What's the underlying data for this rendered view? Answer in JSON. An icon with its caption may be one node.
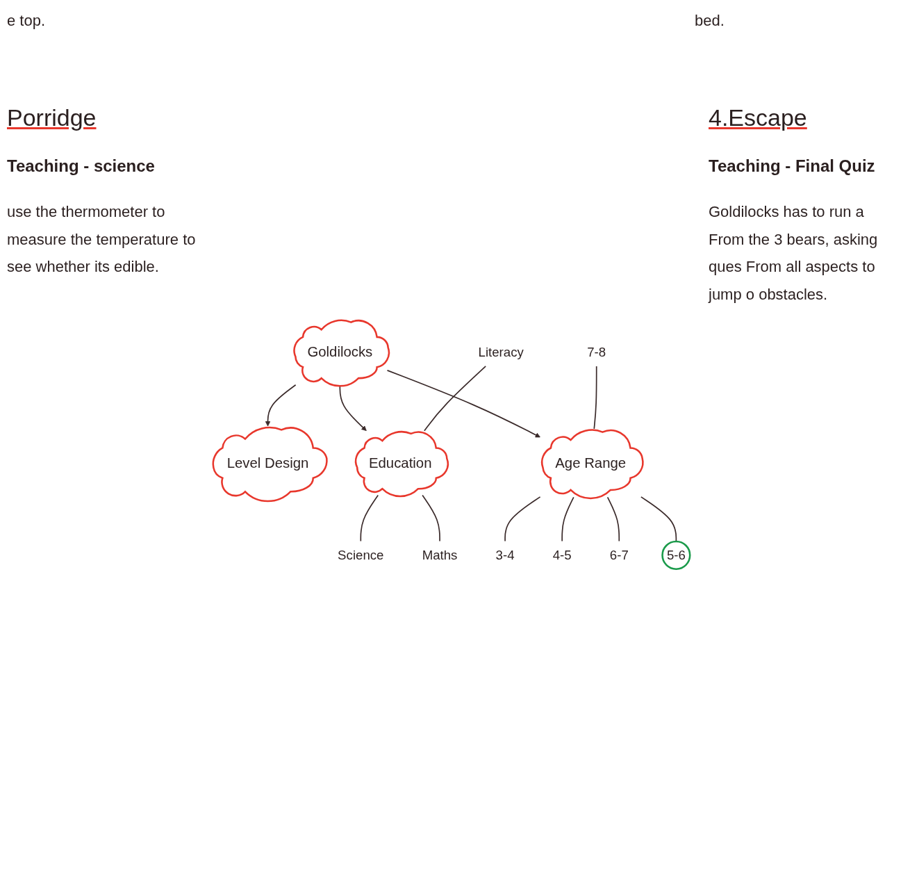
{
  "diagram": {
    "nodes": [
      {
        "text": [
          "Level Design"
        ]
      },
      {
        "text": [
          "Goldilocks"
        ]
      },
      {
        "text": [
          "Literacy"
        ]
      },
      {
        "text": [
          "Education"
        ]
      },
      {
        "text": [
          "Science"
        ]
      },
      {
        "text": [
          "Maths"
        ]
      },
      {
        "text": [
          "3-4"
        ]
      },
      {
        "text": [
          "4-5"
        ]
      },
      {
        "text": [
          "7-8"
        ]
      },
      {
        "text": [
          "Age Range"
        ]
      },
      {
        "text": [
          "6-7"
        ]
      },
      {
        "text": [
          "5-6"
        ]
      }
    ],
    "edges": [
      {
        "from": 1,
        "to": 0,
        "arrow": "to"
      },
      {
        "from": 1,
        "to": 3,
        "arrow": "to"
      },
      {
        "from": 1,
        "to": 9,
        "arrow": "to"
      },
      {
        "from": 2,
        "to": 3,
        "arrow": "none"
      },
      {
        "from": 3,
        "to": 4,
        "arrow": "none"
      },
      {
        "from": 3,
        "to": 5,
        "arrow": "none"
      },
      {
        "from": 9,
        "to": 6,
        "arrow": "none"
      },
      {
        "from": 9,
        "to": 7,
        "arrow": "none"
      },
      {
        "from": 8,
        "to": 9,
        "arrow": "none"
      },
      {
        "from": 9,
        "to": 10,
        "arrow": "none"
      },
      {
        "from": 9,
        "to": 11,
        "arrow": "none"
      }
    ],
    "labels": [
      "e top.",
      "bed.",
      "Porridge",
      "Teaching - science",
      "use the thermometer to measure the temperature to see whether its edible.",
      "4.Escape",
      "Teaching - Final Quiz",
      "Goldilocks has to run a From the 3 bears, asking ques From all aspects to jump o obstacles."
    ]
  }
}
